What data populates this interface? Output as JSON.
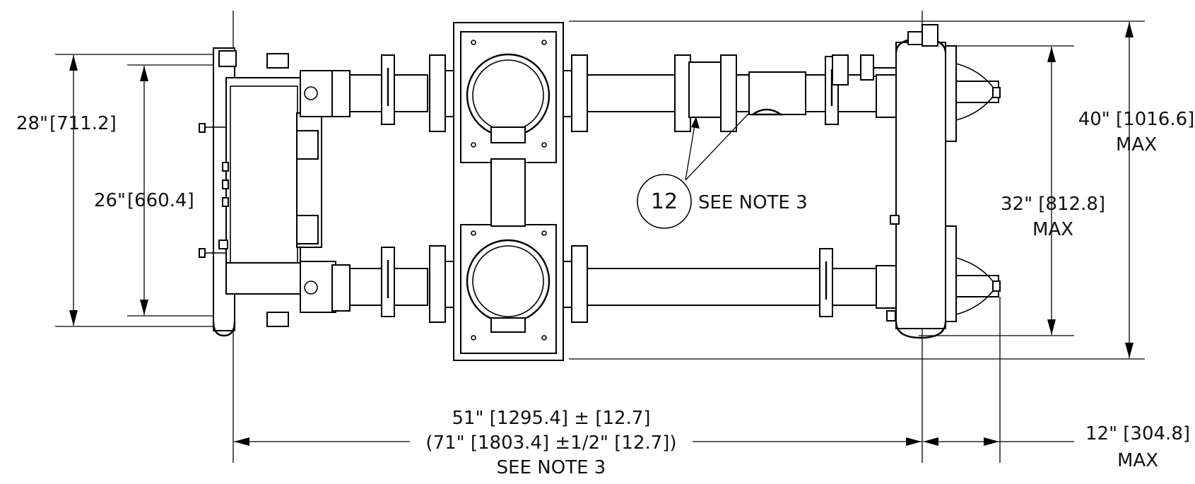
{
  "dimensions": {
    "left_outer": {
      "inch": "28\"",
      "mm": "[711.2]"
    },
    "left_inner": {
      "inch": "26\"",
      "mm": "[660.4]"
    },
    "right_outer": {
      "line1": "40\" [1016.6]",
      "line2": "MAX"
    },
    "right_inner": {
      "line1": "32\" [812.8]",
      "line2": "MAX"
    },
    "bottom_length": {
      "line1": "51\" [1295.4] ± [12.7]",
      "line2": "(71\" [1803.4] ±1/2\" [12.7])",
      "line3": "SEE NOTE 3"
    },
    "bottom_right": {
      "line1": "12\" [304.8]",
      "line2": "MAX"
    }
  },
  "callout": {
    "number": "12",
    "note": "SEE NOTE 3"
  }
}
